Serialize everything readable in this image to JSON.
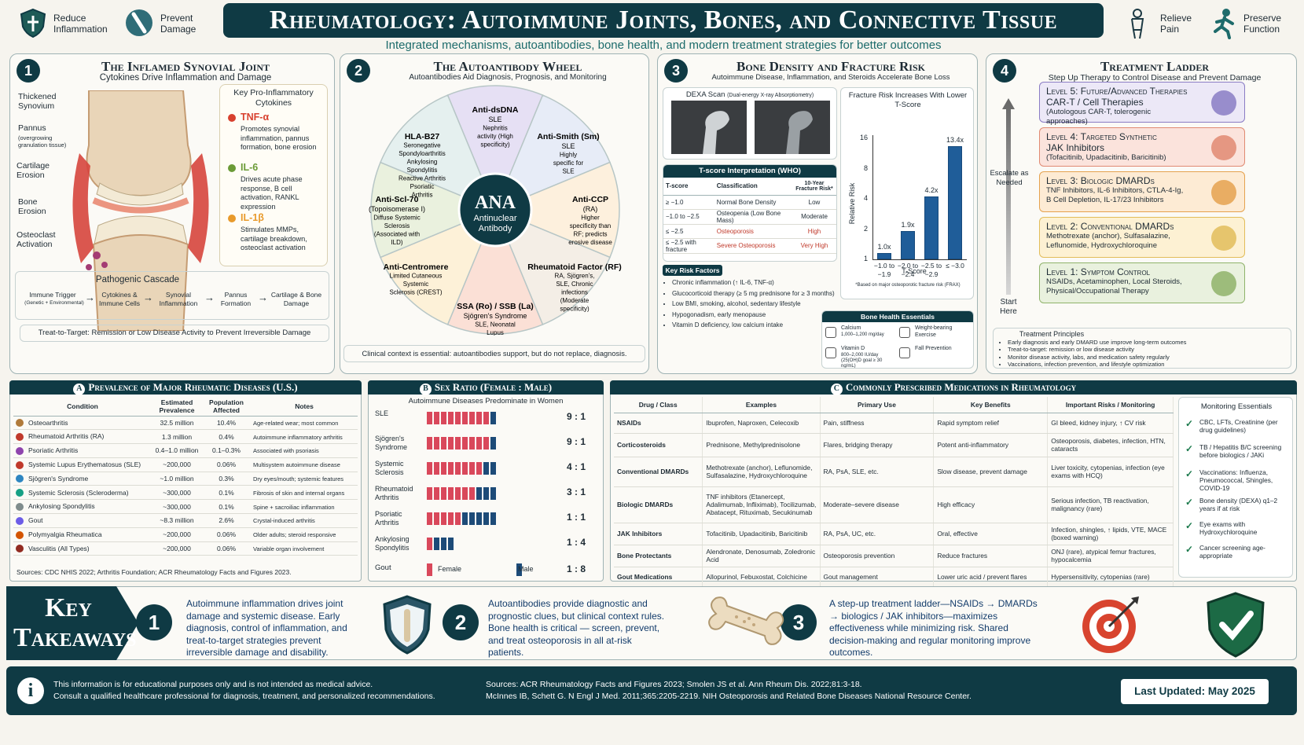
{
  "header": {
    "title": "Rheumatology: Autoimmune Joints, Bones, and Connective Tissue",
    "subtitle": "Integrated mechanisms, autoantibodies, bone health, and modern treatment strategies for better outcomes",
    "goals_left": [
      "Reduce Inflammation",
      "Prevent Damage"
    ],
    "goals_right": [
      "Relieve Pain",
      "Preserve Function"
    ]
  },
  "p1": {
    "num": "1",
    "title": "The Inflamed Synovial Joint",
    "subtitle": "Cytokines Drive Inflammation and Damage",
    "labels": [
      "Thickened Synovium",
      "Pannus",
      "(overgrowing granulation tissue)",
      "Cartilage Erosion",
      "Bone Erosion",
      "Osteoclast Activation"
    ],
    "cytokine_title": "Key Pro-Inflammatory Cytokines",
    "cytokines": [
      {
        "name": "TNF-α",
        "desc": "Promotes synovial inflammation, pannus formation, bone erosion",
        "color": "#d8412f"
      },
      {
        "name": "IL-6",
        "desc": "Drives acute phase response, B cell activation, RANKL expression",
        "color": "#6b9b37"
      },
      {
        "name": "IL-1β",
        "desc": "Stimulates MMPs, cartilage breakdown, osteoclast activation",
        "color": "#e89a2b"
      }
    ],
    "cascade_title": "Pathogenic Cascade",
    "cascade": [
      "Immune Trigger",
      "Cytokines & Immune Cells",
      "Synovial Inflammation",
      "Pannus Formation",
      "Cartilage & Bone Damage"
    ],
    "cascade_note": "(Genetic + Environmental)",
    "arrow": "→",
    "t2t_label": "Treat-to-Target:",
    "t2t_text": "Remission or Low Disease Activity to Prevent Irreversible Damage"
  },
  "p2": {
    "num": "2",
    "title": "The Autoantibody Wheel",
    "subtitle": "Autoantibodies Aid Diagnosis, Prognosis, and Monitoring",
    "center_big": "ANA",
    "center_small": "Antinuclear Antibody",
    "segments": [
      {
        "name": "Anti-dsDNA",
        "sub": "SLE",
        "desc": "Nephritis activity (High specificity)"
      },
      {
        "name": "Anti-Smith (Sm)",
        "sub": "SLE",
        "desc": "Highly specific for SLE"
      },
      {
        "name": "Anti-CCP",
        "sub": "(RA)",
        "desc": "Higher specificity than RF; predicts erosive disease"
      },
      {
        "name": "Rheumatoid Factor (RF)",
        "sub": "",
        "desc": "RA, Sjögren's, SLE, Chronic infections (Moderate specificity)"
      },
      {
        "name": "SSA (Ro) / SSB (La)",
        "sub": "Sjögren's Syndrome",
        "desc": "SLE, Neonatal Lupus"
      },
      {
        "name": "Anti-Centromere",
        "sub": "",
        "desc": "Limited Cutaneous Systemic Sclerosis (CREST)"
      },
      {
        "name": "Anti-Scl-70",
        "sub": "(Topoisomerase I)",
        "desc": "Diffuse Systemic Sclerosis (Associated with ILD)"
      },
      {
        "name": "HLA-B27",
        "sub": "",
        "desc": "Seronegative Spondyloarthritis Ankylosing Spondylitis Reactive Arthritis Psoriatic Arthritis"
      }
    ],
    "note": "Clinical context is essential: autoantibodies support, but do not replace, diagnosis."
  },
  "p3": {
    "num": "3",
    "title": "Bone Density and Fracture Risk",
    "subtitle": "Autoimmune Disease, Inflammation, and Steroids Accelerate Bone Loss",
    "dexa": "DEXA Scan",
    "dexa_small": "(Dual-energy X-ray Absorptiometry)",
    "tscore_title": "T-score Interpretation (WHO)",
    "tscore_head": [
      "T-score",
      "Classification",
      "10-Year Fracture Risk*"
    ],
    "tscore_rows": [
      [
        "≥ −1.0",
        "Normal Bone Density",
        "Low"
      ],
      [
        "−1.0 to −2.5",
        "Osteopenia (Low Bone Mass)",
        "Moderate"
      ],
      [
        "≤ −2.5",
        "Osteoporosis",
        "High"
      ],
      [
        "≤ −2.5 with fracture",
        "Severe Osteoporosis",
        "Very High"
      ]
    ],
    "risk_title": "Key Risk Factors",
    "risks": [
      "Chronic inflammation (↑ IL-6, TNF-α)",
      "Glucocorticoid therapy (≥ 5 mg prednisone for ≥ 3 months)",
      "Low BMI, smoking, alcohol, sedentary lifestyle",
      "Hypogonadism, early menopause",
      "Vitamin D deficiency, low calcium intake"
    ],
    "essentials_title": "Bone Health Essentials",
    "essentials": [
      {
        "t": "Calcium",
        "d": "1,000–1,200 mg/day"
      },
      {
        "t": "Weight-bearing Exercise",
        "d": ""
      },
      {
        "t": "Vitamin D",
        "d": "800–2,000 IU/day (25(OH)D goal ≥ 30 ng/mL)"
      },
      {
        "t": "Fall Prevention",
        "d": ""
      }
    ]
  },
  "chart_data": {
    "type": "bar",
    "title": "Fracture Risk Increases With Lower T-Score",
    "categories": [
      "−1.0 to −1.9",
      "−2.0 to −2.4",
      "−2.5 to −2.9",
      "≤ −3.0"
    ],
    "values": [
      1.0,
      1.9,
      4.2,
      13.4
    ],
    "data_labels": [
      "1.0x",
      "1.9x",
      "4.2x",
      "13.4x"
    ],
    "ylabel": "Relative Risk",
    "xlabel": "T-Score",
    "yticks": [
      "16",
      "8",
      "4",
      "2",
      "1"
    ],
    "ylim": [
      1,
      16
    ],
    "scale": "log",
    "note": "*Based on major osteoporotic fracture risk (FRAX)"
  },
  "p4": {
    "num": "4",
    "title": "Treatment Ladder",
    "subtitle": "Step Up Therapy to Control Disease and Prevent Damage",
    "escalate": "Escalate as Needed",
    "start": "Start Here",
    "levels": [
      {
        "t": "Level 5: Future/Advanced Therapies",
        "t2": "CAR-T / Cell Therapies",
        "d": "(Autologous CAR-T, tolerogenic approaches)",
        "bg": "#ece8f7",
        "bd": "#8a7cc4"
      },
      {
        "t": "Level 4: Targeted Synthetic",
        "t2": "JAK Inhibitors",
        "d": "(Tofacitinib, Upadacitinib, Baricitinib)",
        "bg": "#fbe3dc",
        "bd": "#e08a72"
      },
      {
        "t": "Level 3: Biologic DMARDs",
        "t2": "",
        "d": "TNF Inhibitors, IL-6 Inhibitors, CTLA-4-Ig, B Cell Depletion, IL-17/23 Inhibitors",
        "bg": "#fdebd4",
        "bd": "#e5a24f"
      },
      {
        "t": "Level 2: Conventional DMARDs",
        "t2": "",
        "d": "Methotrexate (anchor), Sulfasalazine, Leflunomide, Hydroxychloroquine",
        "bg": "#fdf1d3",
        "bd": "#e2bd5a"
      },
      {
        "t": "Level 1: Symptom Control",
        "t2": "",
        "d": "NSAIDs, Acetaminophen, Local Steroids, Physical/Occupational Therapy",
        "bg": "#e9f1de",
        "bd": "#8fb36a"
      }
    ],
    "principles_title": "Treatment Principles",
    "principles": [
      "Early diagnosis and early DMARD use improve long-term outcomes",
      "Treat-to-target: remission or low disease activity",
      "Monitor disease activity, labs, and medication safety regularly",
      "Vaccinations, infection prevention, and lifestyle optimization"
    ]
  },
  "A": {
    "letter": "A",
    "title": "Prevalence of Major Rheumatic Diseases (U.S.)",
    "head": [
      "Condition",
      "Estimated Prevalence",
      "Population Affected",
      "Notes"
    ],
    "rows": [
      [
        "Osteoarthritis",
        "32.5 million",
        "10.4%",
        "Age-related wear; most common"
      ],
      [
        "Rheumatoid Arthritis (RA)",
        "1.3 million",
        "0.4%",
        "Autoimmune inflammatory arthritis"
      ],
      [
        "Psoriatic Arthritis",
        "0.4–1.0 million",
        "0.1–0.3%",
        "Associated with psoriasis"
      ],
      [
        "Systemic Lupus Erythematosus (SLE)",
        "~200,000",
        "0.06%",
        "Multisystem autoimmune disease"
      ],
      [
        "Sjögren's Syndrome",
        "~1.0 million",
        "0.3%",
        "Dry eyes/mouth; systemic features"
      ],
      [
        "Systemic Sclerosis (Scleroderma)",
        "~300,000",
        "0.1%",
        "Fibrosis of skin and internal organs"
      ],
      [
        "Ankylosing Spondylitis",
        "~300,000",
        "0.1%",
        "Spine + sacroiliac inflammation"
      ],
      [
        "Gout",
        "~8.3 million",
        "2.6%",
        "Crystal-induced arthritis"
      ],
      [
        "Polymyalgia Rheumatica",
        "~200,000",
        "0.06%",
        "Older adults; steroid responsive"
      ],
      [
        "Vasculitis (All Types)",
        "~200,000",
        "0.06%",
        "Variable organ involvement"
      ]
    ],
    "sources": "Sources: CDC NHIS 2022; Arthritis Foundation; ACR Rheumatology Facts and Figures 2023."
  },
  "B": {
    "letter": "B",
    "title": "Sex Ratio (Female : Male)",
    "subtitle": "Autoimmune Diseases Predominate in Women",
    "rows": [
      {
        "d": "SLE",
        "f": 9,
        "m": 1,
        "r": "9 : 1"
      },
      {
        "d": "Sjögren's Syndrome",
        "f": 9,
        "m": 1,
        "r": "9 : 1"
      },
      {
        "d": "Systemic Sclerosis",
        "f": 8,
        "m": 2,
        "r": "4 : 1"
      },
      {
        "d": "Rheumatoid Arthritis",
        "f": 7,
        "m": 3,
        "r": "3 : 1"
      },
      {
        "d": "Psoriatic Arthritis",
        "f": 5,
        "m": 5,
        "r": "1 : 1"
      },
      {
        "d": "Ankylosing Spondylitis",
        "f": 1,
        "m": 3,
        "r": "1 : 4"
      }
    ],
    "gout": "Gout",
    "female": "Female",
    "male": "Male",
    "gout_ratio": "1 : 8"
  },
  "C": {
    "letter": "C",
    "title": "Commonly Prescribed Medications in Rheumatology",
    "head": [
      "Drug / Class",
      "Examples",
      "Primary Use",
      "Key Benefits",
      "Important Risks / Monitoring"
    ],
    "rows": [
      [
        "NSAIDs",
        "Ibuprofen, Naproxen, Celecoxib",
        "Pain, stiffness",
        "Rapid symptom relief",
        "GI bleed, kidney injury, ↑ CV risk"
      ],
      [
        "Corticosteroids",
        "Prednisone, Methylprednisolone",
        "Flares, bridging therapy",
        "Potent anti-inflammatory",
        "Osteoporosis, diabetes, infection, HTN, cataracts"
      ],
      [
        "Conventional DMARDs",
        "Methotrexate (anchor), Leflunomide, Sulfasalazine, Hydroxychloroquine",
        "RA, PsA, SLE, etc.",
        "Slow disease, prevent damage",
        "Liver toxicity, cytopenias, infection (eye exams with HCQ)"
      ],
      [
        "Biologic DMARDs",
        "TNF inhibitors (Etanercept, Adalimumab, Infliximab), Tocilizumab, Abatacept, Rituximab, Secukinumab",
        "Moderate–severe disease",
        "High efficacy",
        "Serious infection, TB reactivation, malignancy (rare)"
      ],
      [
        "JAK Inhibitors",
        "Tofacitinib, Upadacitinib, Baricitinib",
        "RA, PsA, UC, etc.",
        "Oral, effective",
        "Infection, shingles, ↑ lipids, VTE, MACE (boxed warning)"
      ],
      [
        "Bone Protectants",
        "Alendronate, Denosumab, Zoledronic Acid",
        "Osteoporosis prevention",
        "Reduce fractures",
        "ONJ (rare), atypical femur fractures, hypocalcemia"
      ],
      [
        "Gout Medications",
        "Allopurinol, Febuxostat, Colchicine",
        "Gout management",
        "Lower uric acid / prevent flares",
        "Hypersensitivity, cytopenias (rare)"
      ]
    ],
    "mon_title": "Monitoring Essentials",
    "check": "✓",
    "monitoring": [
      "CBC, LFTs, Creatinine (per drug guidelines)",
      "TB / Hepatitis B/C screening before biologics / JAKi",
      "Vaccinations: Influenza, Pneumococcal, Shingles, COVID-19",
      "Bone density (DEXA) q1–2 years if at risk",
      "Eye exams with Hydroxychloroquine",
      "Cancer screening age-appropriate"
    ]
  },
  "takeaways": {
    "title1": "Key",
    "title2": "Takeaways",
    "items": [
      {
        "n": "1",
        "t": "Autoimmune inflammation drives joint damage and systemic disease. Early diagnosis, control of inflammation, and treat-to-target strategies prevent irreversible damage and disability."
      },
      {
        "n": "2",
        "t": "Autoantibodies provide diagnostic and prognostic clues, but clinical context rules. Bone health is critical — screen, prevent, and treat osteoporosis in all at-risk patients."
      },
      {
        "n": "3",
        "t": "A step-up treatment ladder—NSAIDs → DMARDs → biologics / JAK inhibitors—maximizes effectiveness while minimizing risk. Shared decision-making and regular monitoring improve outcomes."
      }
    ]
  },
  "footer": {
    "info_icon": "i",
    "disclaimer1": "This information is for educational purposes only and is not intended as medical advice.",
    "disclaimer2": "Consult a qualified healthcare professional for diagnosis, treatment, and personalized recommendations.",
    "sources1": "Sources: ACR Rheumatology Facts and Figures 2023; Smolen JS et al. Ann Rheum Dis. 2022;81:3-18.",
    "sources2": "McInnes IB, Schett G. N Engl J Med. 2011;365:2205-2219. NIH Osteoporosis and Related Bone Diseases National Resource Center.",
    "updated": "Last Updated: May 2025"
  }
}
